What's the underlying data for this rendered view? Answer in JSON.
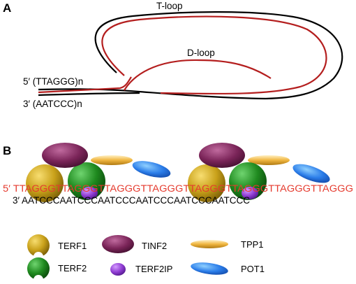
{
  "panel_a": {
    "label": "A",
    "t_loop_label": "T-loop",
    "d_loop_label": "D-loop",
    "strand_5_prime": "5′ (TTAGGG)n",
    "strand_3_prime": "3′ (AATCCC)n"
  },
  "panel_b": {
    "label": "B",
    "top_sequence": "5′ TTAGGGTTAGGGTTAGGGTTAGGGTTAGGGTTAGGGTTAGGGTTAGGG",
    "bottom_sequence": "3′ AATCCCAATCCCAATCCCAATCCCAATCCCAATCCC"
  },
  "legend": [
    {
      "name": "TERF1",
      "color": "#c9a11a",
      "icon": "terf1-icon"
    },
    {
      "name": "TERF2",
      "color": "#1f8a1f",
      "icon": "terf2-icon"
    },
    {
      "name": "TINF2",
      "color": "#7a2458",
      "icon": "tinf2-icon"
    },
    {
      "name": "TERF2IP",
      "color": "#8e3bd1",
      "icon": "terf2ip-icon"
    },
    {
      "name": "TPP1",
      "color": "#f0b640",
      "icon": "tpp1-icon"
    },
    {
      "name": "POT1",
      "color": "#2b7de9",
      "icon": "pot1-icon"
    }
  ],
  "colors": {
    "red_strand": "#b41e1e",
    "black_strand": "#000000",
    "sequence_red": "#e53a2e"
  }
}
